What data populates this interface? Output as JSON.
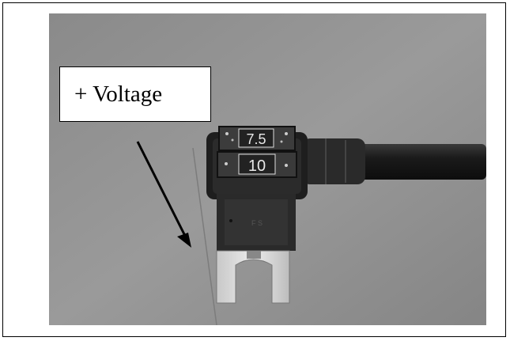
{
  "label": {
    "text": "+ Voltage"
  },
  "fuse": {
    "top_rating": "7.5",
    "bottom_rating": "10"
  },
  "colors": {
    "background": "#8f8f8f",
    "fuse_body": "#2a2a2a",
    "terminal": "#d8d8d8",
    "cable": "#1f1f1f"
  }
}
